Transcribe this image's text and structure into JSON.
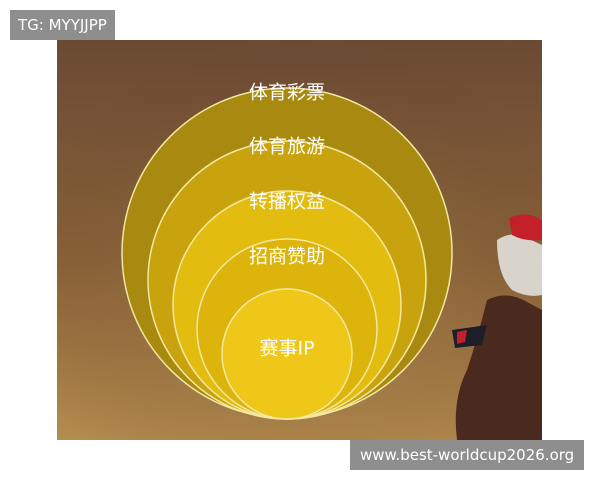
{
  "watermarks": {
    "top_left": "TG: MYYJJPP",
    "bottom_right": "www.best-worldcup2026.org"
  },
  "diagram": {
    "type": "nested-circles",
    "layers_outer_to_inner": [
      {
        "label": "体育彩票",
        "color": "#a88a10"
      },
      {
        "label": "体育旅游",
        "color": "#c9a30e"
      },
      {
        "label": "转播权益",
        "color": "#e2bc0e"
      },
      {
        "label": "招商赞助",
        "color": "#dcb40c"
      },
      {
        "label": "赛事IP",
        "color": "#eec718"
      }
    ],
    "ring_stroke": "#f4e7a0"
  },
  "background": {
    "description_colors": [
      "#6e4a2e",
      "#8a6036",
      "#b88a4a"
    ]
  }
}
